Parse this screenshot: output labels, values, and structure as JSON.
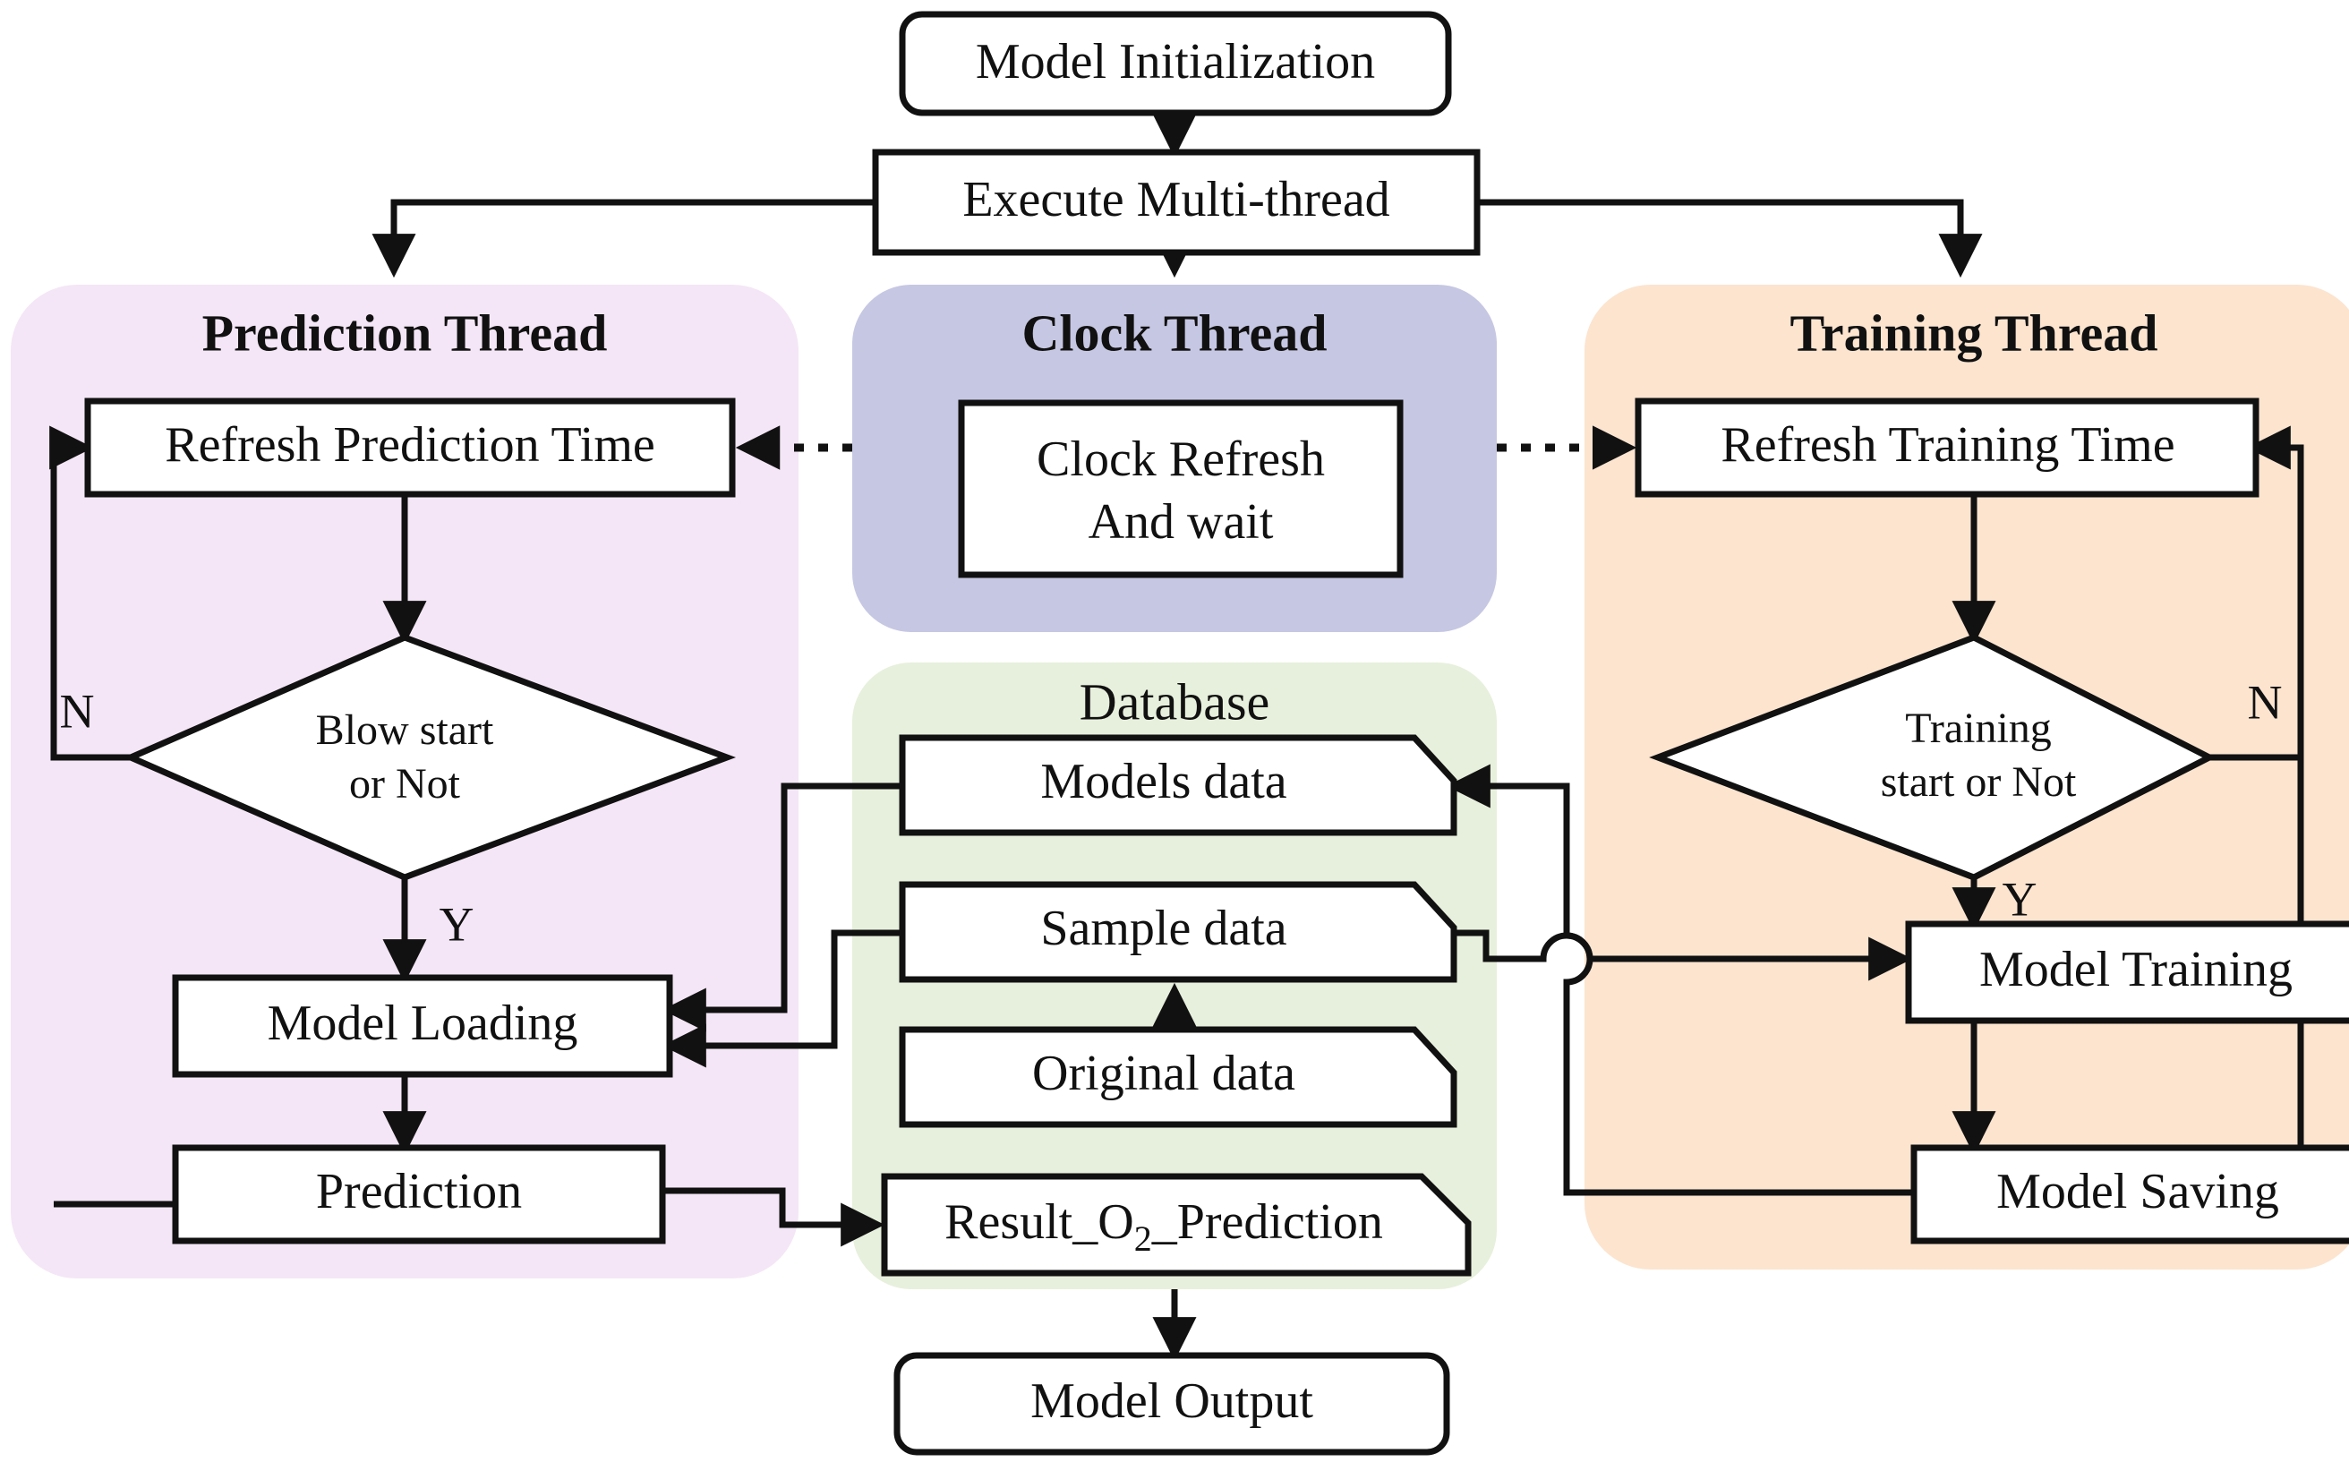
{
  "diagram": {
    "title_top": "Model Initialization",
    "execute": "Execute Multi-thread"
  },
  "panels": {
    "prediction": {
      "label": "Prediction Thread",
      "color": "#f4e6f6"
    },
    "clock": {
      "label": "Clock Thread",
      "color": "#c6c7e3"
    },
    "training": {
      "label": "Training Thread",
      "color": "#fce4cf"
    },
    "database": {
      "label": "Database",
      "color": "#e7f0dc"
    }
  },
  "prediction_thread": {
    "refresh": "Refresh Prediction Time",
    "decision": {
      "line1": "Blow start",
      "line2": "or Not"
    },
    "model_loading": "Model Loading",
    "prediction": "Prediction",
    "branch_no": "N",
    "branch_yes": "Y"
  },
  "clock_thread": {
    "box_line1": "Clock Refresh",
    "box_line2": "And wait"
  },
  "training_thread": {
    "refresh": "Refresh Training  Time",
    "decision": {
      "line1": "Training",
      "line2": "start or Not"
    },
    "model_training": "Model Training",
    "model_saving": "Model Saving",
    "branch_no": "N",
    "branch_yes": "Y"
  },
  "database": {
    "stores": [
      {
        "label": "Models data"
      },
      {
        "label": "Sample data"
      },
      {
        "label": "Original  data"
      },
      {
        "label": "Result_O",
        "sub": "2",
        "label_tail": "_Prediction"
      }
    ]
  },
  "output": {
    "model_output": "Model Output"
  }
}
